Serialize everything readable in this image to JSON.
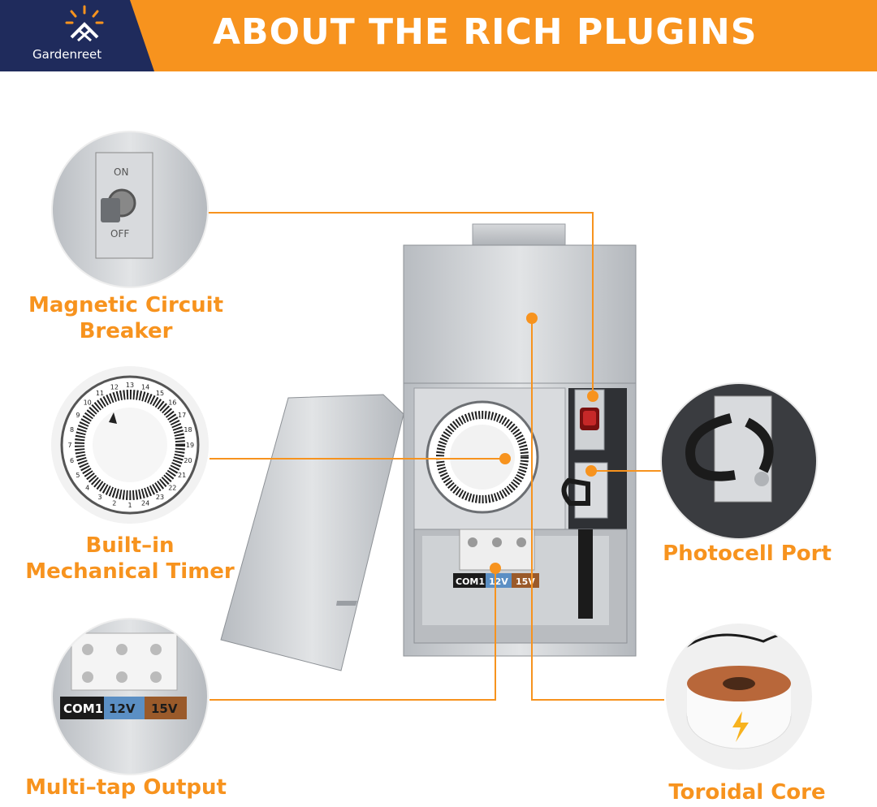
{
  "header": {
    "brand": "Gardenreet",
    "title": "ABOUT THE RICH PLUGINS"
  },
  "callouts": {
    "breaker": "Magnetic Circuit Breaker",
    "breaker_line1": "Magnetic Circuit",
    "breaker_line2": "Breaker",
    "timer_line1": "Built–in",
    "timer_line2": "Mechanical Timer",
    "output": "Multi–tap Output",
    "photocell": "Photocell Port",
    "core": "Toroidal Core"
  },
  "switch": {
    "on": "ON",
    "off": "OFF"
  },
  "terminals": [
    "COM1",
    "12V",
    "15V"
  ],
  "timer_numbers": [
    "13",
    "14",
    "15",
    "16",
    "17",
    "18",
    "19",
    "20",
    "21",
    "22",
    "23",
    "24",
    "1",
    "2",
    "3",
    "4",
    "5",
    "6",
    "7",
    "8",
    "9",
    "10",
    "11",
    "12"
  ],
  "colors": {
    "accent": "#f7931e",
    "brand": "#1f2b5c",
    "steel": "#c9ccd0",
    "v12": "#5b8fc4",
    "v15": "#9a5a2a"
  }
}
